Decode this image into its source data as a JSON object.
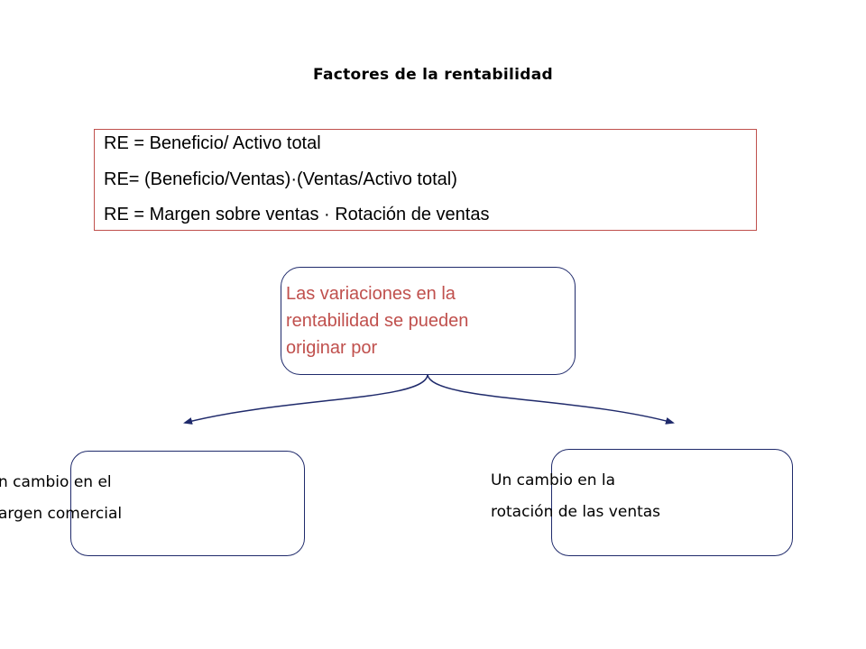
{
  "title": "Factores de la rentabilidad",
  "formulas": [
    "RE = Beneficio/ Activo total",
    "RE= (Beneficio/Ventas)·(Ventas/Activo total)",
    "RE = Margen sobre ventas · Rotación de ventas"
  ],
  "center": {
    "lines": [
      "Las variaciones en la",
      "rentabilidad se pueden",
      "originar por"
    ]
  },
  "left_leaf": {
    "lines": [
      "n cambio en el",
      "argen comercial"
    ]
  },
  "right_leaf": {
    "lines": [
      "Un cambio en la",
      "rotación de las ventas"
    ]
  },
  "colors": {
    "accent_red": "#c0504d",
    "navy": "#1f2a6b"
  }
}
